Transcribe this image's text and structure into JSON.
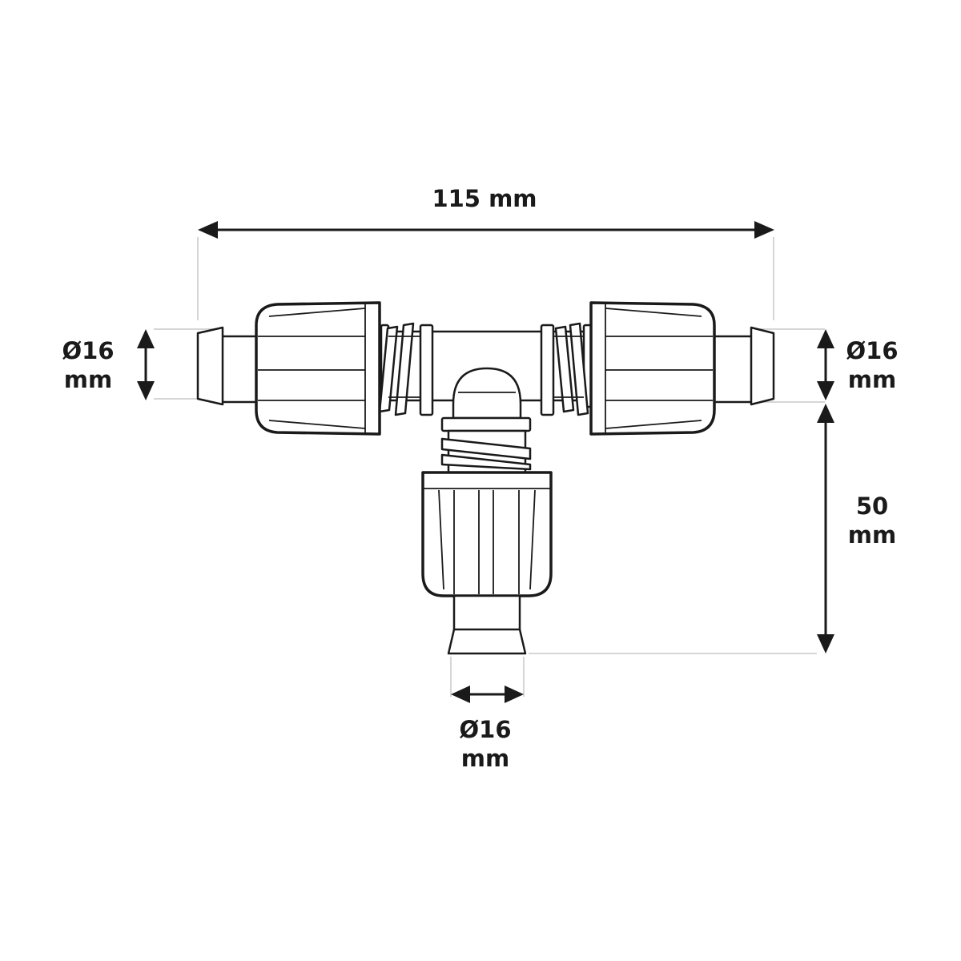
{
  "dimensions": {
    "overall_length": "115 mm",
    "branch_height_value": "50",
    "branch_height_unit": "mm",
    "left_diameter_value": "Ø16",
    "left_diameter_unit": "mm",
    "right_diameter_value": "Ø16",
    "right_diameter_unit": "mm",
    "bottom_diameter_value": "Ø16",
    "bottom_diameter_unit": "mm"
  }
}
